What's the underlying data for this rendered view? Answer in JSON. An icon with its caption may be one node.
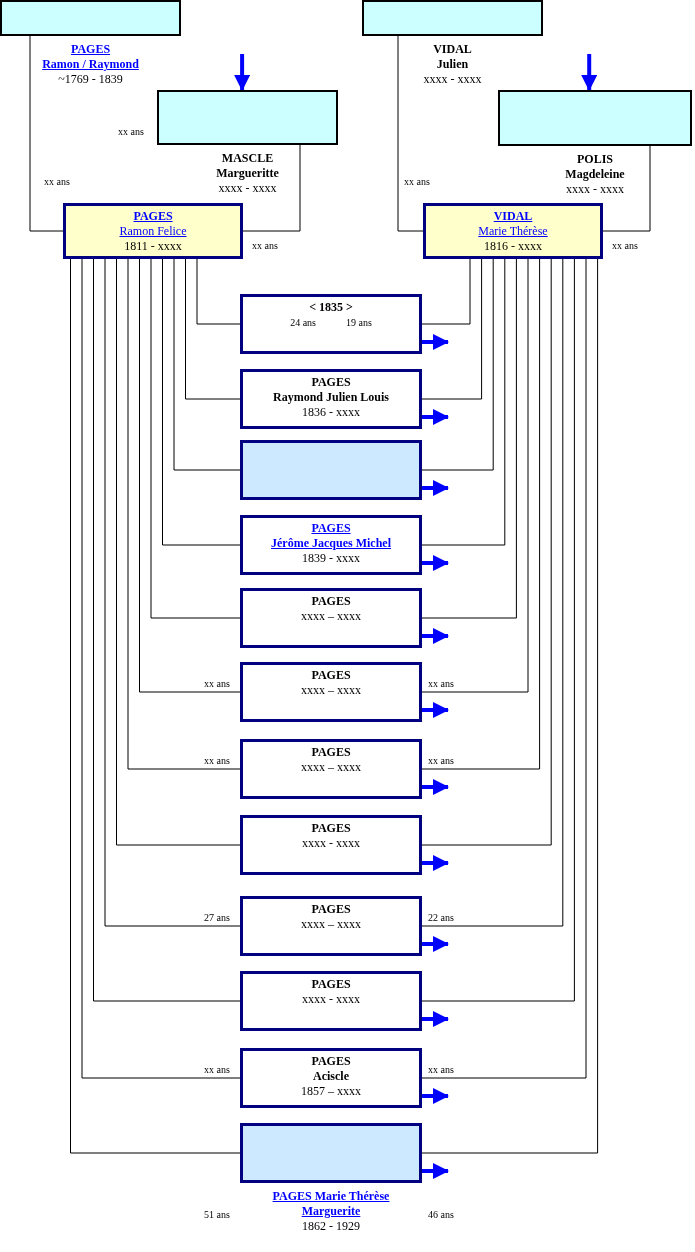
{
  "diagram": {
    "nodes": [
      {
        "text": [
          "PAGES",
          "Ramon / Raymond",
          "~1769 - 1839"
        ]
      },
      {
        "text": [
          "MASCLE",
          "Margueritte",
          "xxxx - xxxx"
        ]
      },
      {
        "text": [
          "VIDAL",
          "Julien",
          "xxxx - xxxx"
        ]
      },
      {
        "text": [
          "POLIS",
          "Magdeleine",
          "xxxx - xxxx"
        ]
      },
      {
        "text": [
          "PAGES",
          "Ramon Felice",
          "1811 - xxxx"
        ]
      },
      {
        "text": [
          "VIDAL",
          "Marie Thérèse",
          "1816 - xxxx"
        ]
      },
      {
        "text": [
          "< 1835 >",
          "24 ans",
          "19 ans"
        ]
      },
      {
        "text": [
          "PAGES",
          "Raymond Julien Louis",
          "1836 - xxxx"
        ]
      },
      {
        "text": [],
        "shape": "box"
      },
      {
        "text": [
          "PAGES",
          "Jérôme Jacques Michel",
          "1839 - xxxx"
        ]
      },
      {
        "text": [
          "PAGES",
          "xxxx – xxxx"
        ]
      },
      {
        "text": [
          "PAGES",
          "xxxx – xxxx"
        ]
      },
      {
        "text": [
          "PAGES",
          "xxxx – xxxx"
        ]
      },
      {
        "text": [
          "PAGES",
          "xxxx - xxxx"
        ]
      },
      {
        "text": [
          "PAGES",
          "xxxx – xxxx"
        ]
      },
      {
        "text": [
          "PAGES",
          "xxxx - xxxx"
        ]
      },
      {
        "text": [
          "PAGES",
          "Aciscle",
          "1857 – xxxx"
        ]
      },
      {
        "text": [
          "PAGES Marie Thérèse Marguerite",
          "1862 - 1929"
        ]
      }
    ],
    "edges": [
      {
        "from": 0,
        "to": 4,
        "arrow": "none"
      },
      {
        "from": 1,
        "to": 4,
        "arrow": "none"
      },
      {
        "from": 2,
        "to": 5,
        "arrow": "none"
      },
      {
        "from": 3,
        "to": 5,
        "arrow": "none"
      },
      {
        "from": null,
        "to": 1,
        "arrow": "to",
        "style": "thick",
        "color": "#0000ff"
      },
      {
        "from": null,
        "to": 3,
        "arrow": "to",
        "style": "thick",
        "color": "#0000ff"
      },
      {
        "from": 4,
        "to": 6,
        "arrow": "none"
      },
      {
        "from": 5,
        "to": 6,
        "arrow": "none"
      },
      {
        "from": 6,
        "to": null,
        "arrow": "to",
        "style": "thick",
        "color": "#0000ff"
      },
      {
        "from": 4,
        "to": 7,
        "arrow": "none"
      },
      {
        "from": 5,
        "to": 7,
        "arrow": "none"
      },
      {
        "from": 7,
        "to": null,
        "arrow": "to",
        "style": "thick",
        "color": "#0000ff"
      },
      {
        "from": 4,
        "to": 8,
        "arrow": "none"
      },
      {
        "from": 5,
        "to": 8,
        "arrow": "none"
      },
      {
        "from": 8,
        "to": null,
        "arrow": "to",
        "style": "thick",
        "color": "#0000ff"
      },
      {
        "from": 4,
        "to": 9,
        "arrow": "none"
      },
      {
        "from": 5,
        "to": 9,
        "arrow": "none"
      },
      {
        "from": 9,
        "to": null,
        "arrow": "to",
        "style": "thick",
        "color": "#0000ff"
      },
      {
        "from": 4,
        "to": 10,
        "arrow": "none"
      },
      {
        "from": 5,
        "to": 10,
        "arrow": "none"
      },
      {
        "from": 10,
        "to": null,
        "arrow": "to",
        "style": "thick",
        "color": "#0000ff"
      },
      {
        "from": 4,
        "to": 11,
        "arrow": "none"
      },
      {
        "from": 5,
        "to": 11,
        "arrow": "none"
      },
      {
        "from": 11,
        "to": null,
        "arrow": "to",
        "style": "thick",
        "color": "#0000ff"
      },
      {
        "from": 4,
        "to": 12,
        "arrow": "none"
      },
      {
        "from": 5,
        "to": 12,
        "arrow": "none"
      },
      {
        "from": 12,
        "to": null,
        "arrow": "to",
        "style": "thick",
        "color": "#0000ff"
      },
      {
        "from": 4,
        "to": 13,
        "arrow": "none"
      },
      {
        "from": 5,
        "to": 13,
        "arrow": "none"
      },
      {
        "from": 13,
        "to": null,
        "arrow": "to",
        "style": "thick",
        "color": "#0000ff"
      },
      {
        "from": 4,
        "to": 14,
        "arrow": "none"
      },
      {
        "from": 5,
        "to": 14,
        "arrow": "none"
      },
      {
        "from": 14,
        "to": null,
        "arrow": "to",
        "style": "thick",
        "color": "#0000ff"
      },
      {
        "from": 4,
        "to": 15,
        "arrow": "none"
      },
      {
        "from": 5,
        "to": 15,
        "arrow": "none"
      },
      {
        "from": 15,
        "to": null,
        "arrow": "to",
        "style": "thick",
        "color": "#0000ff"
      },
      {
        "from": 4,
        "to": 16,
        "arrow": "none"
      },
      {
        "from": 5,
        "to": 16,
        "arrow": "none"
      },
      {
        "from": 16,
        "to": null,
        "arrow": "to",
        "style": "thick",
        "color": "#0000ff"
      },
      {
        "from": 4,
        "to": 17,
        "arrow": "none"
      },
      {
        "from": 5,
        "to": 17,
        "arrow": "none"
      },
      {
        "from": 17,
        "to": null,
        "arrow": "to",
        "style": "thick",
        "color": "#0000ff"
      }
    ],
    "labels": [
      "xx ans",
      "xx ans",
      "xx ans",
      "xx ans",
      "xx ans",
      "xx ans",
      "xx ans",
      "xx ans",
      "xx ans",
      "27 ans",
      "22 ans",
      "xx ans",
      "xx ans",
      "51 ans",
      "46 ans"
    ]
  }
}
